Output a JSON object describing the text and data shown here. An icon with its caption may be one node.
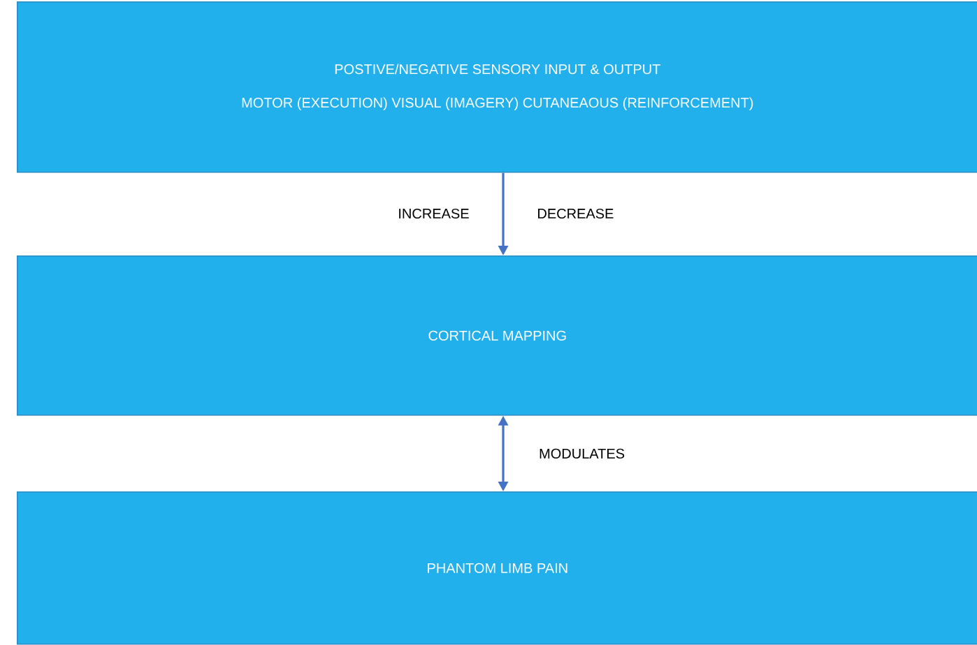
{
  "diagram": {
    "nodes": [
      {
        "text": [
          "POSTIVE/NEGATIVE SENSORY INPUT & OUTPUT",
          "MOTOR (EXECUTION) VISUAL (IMAGERY) CUTANEAOUS (REINFORCEMENT)"
        ]
      },
      {
        "text": [
          "CORTICAL MAPPING"
        ]
      },
      {
        "text": [
          "PHANTOM LIMB PAIN"
        ]
      }
    ],
    "edges": [
      {
        "from": 0,
        "to": 1,
        "arrow": "to"
      },
      {
        "from": 1,
        "to": 2,
        "arrow": "both",
        "label": "MODULATES"
      }
    ],
    "labels": [
      "INCREASE",
      "DECREASE"
    ]
  }
}
